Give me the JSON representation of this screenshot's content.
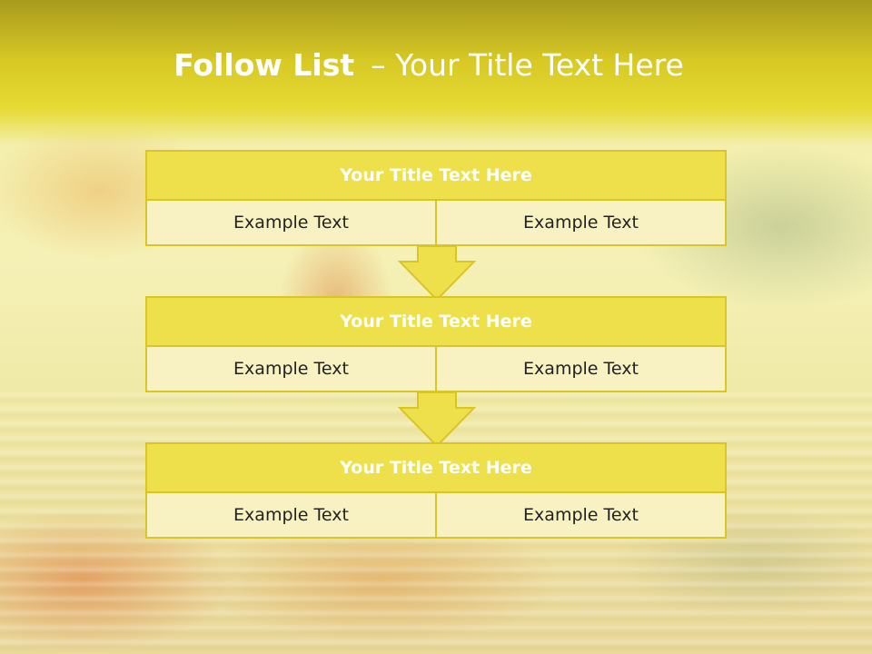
{
  "slide": {
    "title_bold": "Follow List",
    "title_dash": "–",
    "title_rest": "Your Title Text Here"
  },
  "blocks": [
    {
      "title": "Your Title Text Here",
      "left": "Example Text",
      "right": "Example Text"
    },
    {
      "title": "Your Title Text Here",
      "left": "Example Text",
      "right": "Example Text"
    },
    {
      "title": "Your Title Text Here",
      "left": "Example Text",
      "right": "Example Text"
    }
  ],
  "colors": {
    "accent": "#ede04a",
    "border": "#d9c626",
    "cell_fill": "#f8f1c2",
    "title_text": "#ffffff"
  }
}
